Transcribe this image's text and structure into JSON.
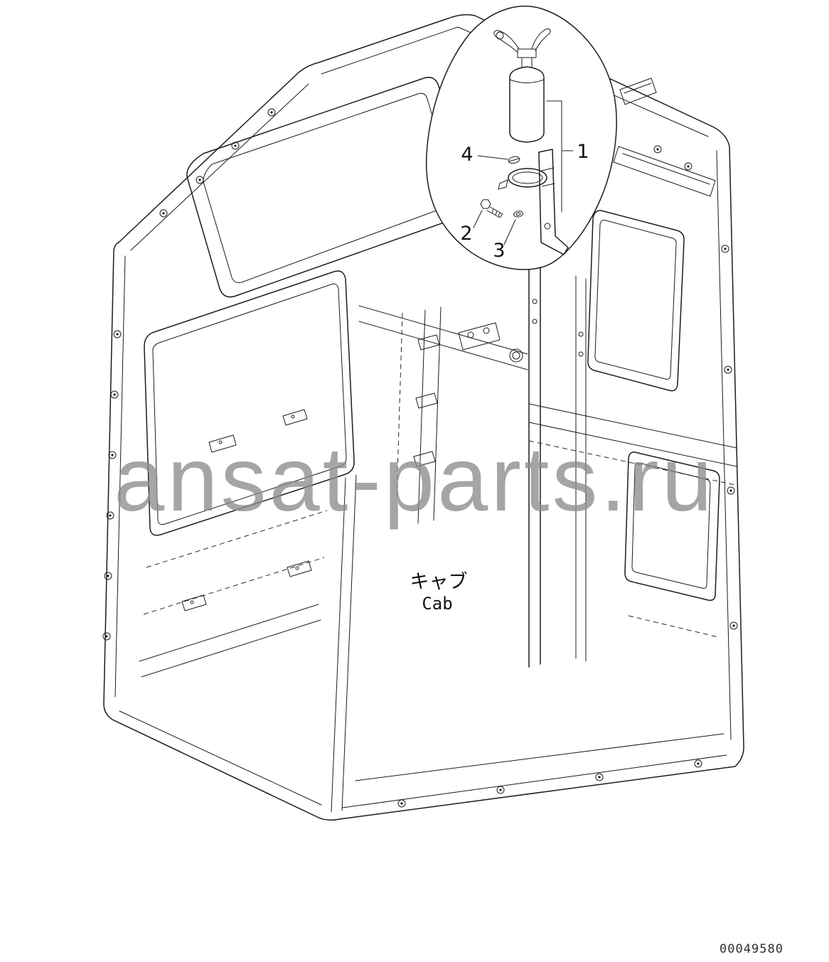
{
  "figure": {
    "watermark": "ansat-parts.ru",
    "labels": {
      "cab_jp": "キャブ",
      "cab_en": "Cab"
    },
    "doc_number": "00049580",
    "callouts": [
      "1",
      "2",
      "3",
      "4"
    ]
  }
}
